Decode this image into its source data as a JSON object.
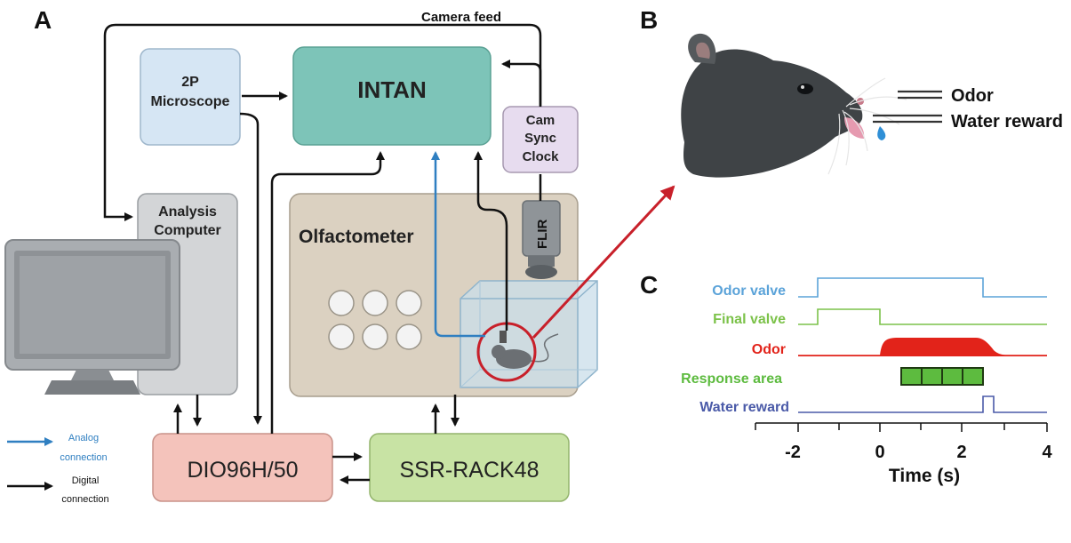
{
  "panels": {
    "a": "A",
    "b": "B",
    "c": "C"
  },
  "diagram": {
    "camera_feed": "Camera feed",
    "microscope": [
      "2P",
      "Microscope"
    ],
    "intan": "INTAN",
    "cam_sync": [
      "Cam",
      "Sync",
      "Clock"
    ],
    "flir": "FLIR",
    "analysis_computer": [
      "Analysis",
      "Computer"
    ],
    "olfactometer": "Olfactometer",
    "dio": "DIO96H/50",
    "ssr": "SSR-RACK48",
    "legend": {
      "analog": [
        "Analog",
        "connection"
      ],
      "digital": [
        "Digital",
        "connection"
      ]
    }
  },
  "mouse_labels": {
    "odor": "Odor",
    "water": "Water reward"
  },
  "timing": {
    "rows": [
      "Odor valve",
      "Final valve",
      "Odor",
      "Response area",
      "Water reward"
    ],
    "row_colors": [
      "#5ba3d9",
      "#7cc24a",
      "#e2231a",
      "#5dbb3f",
      "#4a5aa8"
    ],
    "xticks": [
      "-2",
      "0",
      "2",
      "4"
    ],
    "xlabel": "Time (s)"
  }
}
